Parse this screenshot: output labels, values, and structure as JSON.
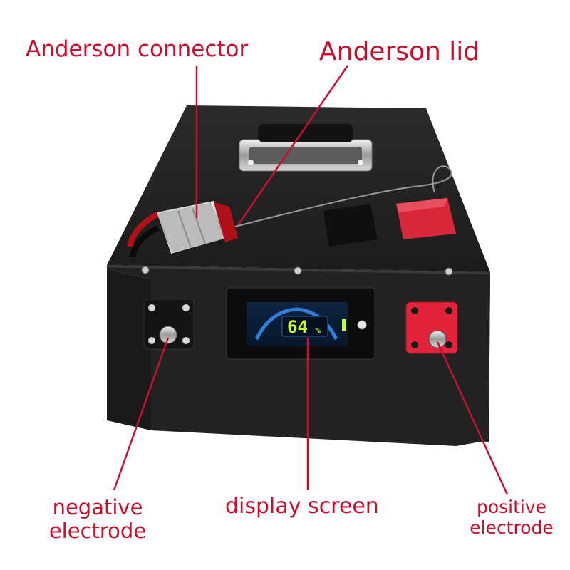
{
  "labels": {
    "anderson_connector": "Anderson connector",
    "anderson_lid": "Anderson lid",
    "display_screen": "display screen",
    "negative_electrode": [
      "negative",
      "electrode"
    ],
    "positive_electrode": [
      "positive",
      "electrode"
    ]
  },
  "display": {
    "percent_value": "64",
    "percent_unit": "%"
  },
  "colors": {
    "label_red": "#c8102e",
    "box_black": "#1a1a1a",
    "lid_red": "#d8283a",
    "plug_gray": "#b9b9b9",
    "lcd_green": "#c9ff2a"
  }
}
